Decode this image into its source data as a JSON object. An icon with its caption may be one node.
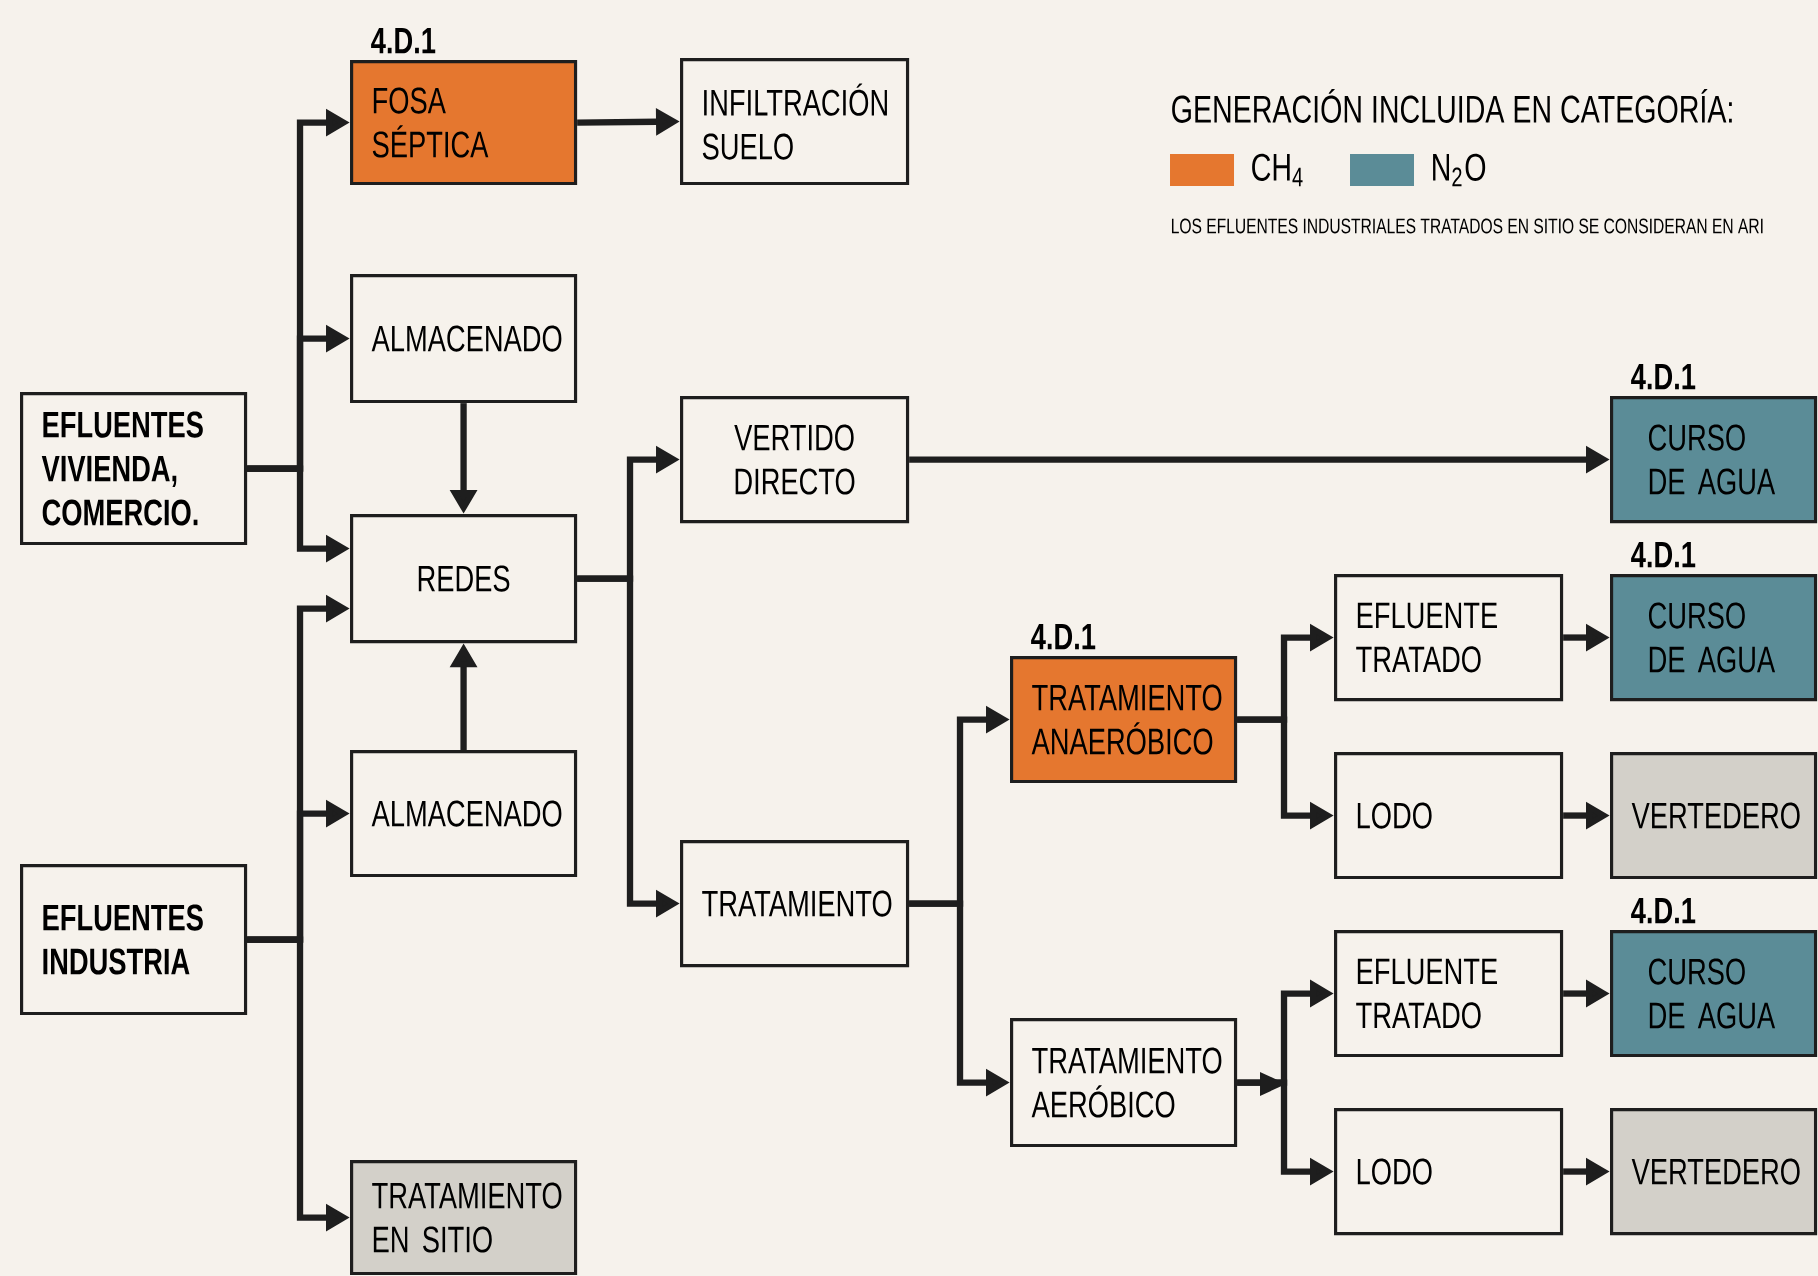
{
  "diagram": {
    "nodes": [
      {
        "text": [
          "4.D.1",
          "FOSA SÉPTICA"
        ]
      },
      {
        "text": [
          "INFILTRACIÓN SUELO"
        ]
      },
      {
        "text": [
          "ALMACENADO"
        ]
      },
      {
        "text": [
          "EFLUENTES VIVIENDA, COMERCIO."
        ]
      },
      {
        "text": [
          "VERTIDO DIRECTO"
        ]
      },
      {
        "text": [
          "4.D.1",
          "CURSO DE AGUA"
        ]
      },
      {
        "text": [
          "REDES"
        ]
      },
      {
        "text": [
          "EFLUENTE TRATADO"
        ]
      },
      {
        "text": [
          "4.D.1",
          "CURSO DE AGUA"
        ]
      },
      {
        "text": [
          "4.D.1",
          "TRATAMIENTO ANAERÓBICO"
        ]
      },
      {
        "text": [
          "ALMACENADO"
        ]
      },
      {
        "text": [
          "LODO"
        ]
      },
      {
        "text": [
          "VERTEDERO"
        ]
      },
      {
        "text": [
          "TRATAMIENTO"
        ]
      },
      {
        "text": [
          "EFLUENTES INDUSTRIA"
        ]
      },
      {
        "text": [
          "EFLUENTE TRATADO"
        ]
      },
      {
        "text": [
          "4.D.1",
          "CURSO DE AGUA"
        ]
      },
      {
        "text": [
          "TRATAMIENTO AERÓBICO"
        ]
      },
      {
        "text": [
          "LODO"
        ]
      },
      {
        "text": [
          "VERTEDERO"
        ]
      },
      {
        "text": [
          "TRATAMIENTO EN SITIO"
        ]
      }
    ],
    "edges": [
      {
        "from": 3,
        "to": 0,
        "arrow": "to"
      },
      {
        "from": 3,
        "to": 2,
        "arrow": "to"
      },
      {
        "from": 3,
        "to": 6,
        "arrow": "to"
      },
      {
        "from": 0,
        "to": 1,
        "arrow": "to"
      },
      {
        "from": 2,
        "to": 6,
        "arrow": "to"
      },
      {
        "from": 14,
        "to": 6,
        "arrow": "to"
      },
      {
        "from": 14,
        "to": 10,
        "arrow": "to"
      },
      {
        "from": 14,
        "to": 20,
        "arrow": "to"
      },
      {
        "from": 10,
        "to": 6,
        "arrow": "to"
      },
      {
        "from": 6,
        "to": 4,
        "arrow": "to"
      },
      {
        "from": 6,
        "to": 13,
        "arrow": "to"
      },
      {
        "from": 4,
        "to": 5,
        "arrow": "to"
      },
      {
        "from": 13,
        "to": 9,
        "arrow": "to"
      },
      {
        "from": 13,
        "to": 17,
        "arrow": "to"
      },
      {
        "from": 9,
        "to": 7,
        "arrow": "to"
      },
      {
        "from": 9,
        "to": 11,
        "arrow": "to"
      },
      {
        "from": 17,
        "to": 15,
        "arrow": "to"
      },
      {
        "from": 17,
        "to": 18,
        "arrow": "to"
      },
      {
        "from": 7,
        "to": 8,
        "arrow": "to"
      },
      {
        "from": 11,
        "to": 12,
        "arrow": "to"
      },
      {
        "from": 15,
        "to": 16,
        "arrow": "to"
      },
      {
        "from": 18,
        "to": 19,
        "arrow": "to"
      }
    ],
    "labels": [
      "GENERACIÓN INCLUIDA EN CATEGORÍA:",
      "LOS EFLUENTES INDUSTRIALES TRATADOS EN SITIO SE CONSIDERAN EN ARI"
    ],
    "legend": [
      {
        "text": "CH$_{4}$",
        "color": "#e5772f"
      },
      {
        "text": "N$_{2}$O",
        "color": "#5b8c97"
      }
    ]
  }
}
